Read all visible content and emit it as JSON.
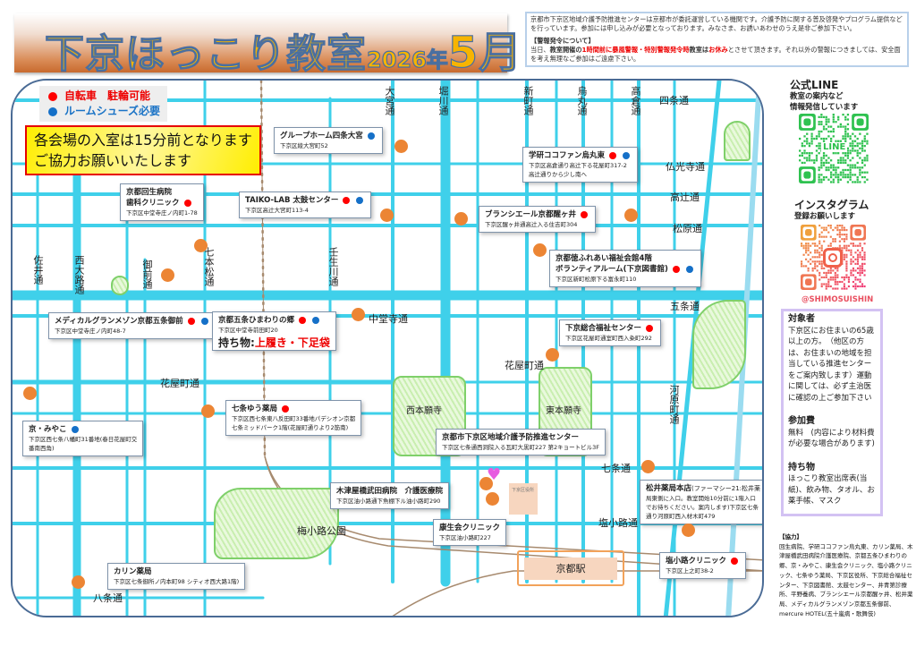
{
  "title": {
    "main": "下京ほっこり教室",
    "year": "2026年",
    "month": "5月"
  },
  "notice": {
    "intro": "京都市下京区地域介護予防推進センターは京都市が委託運営している機関です。介護予防に関する普及啓発やプログラム提供などを行っています。参加には申し込みが必要となっております。みなさま、お誘いあわせのうえ是非ご参加下さい。",
    "warning_heading": "【警報発令について】",
    "warning_prefix": "当日、",
    "warning_bold1": "教室開催の",
    "warning_red1": "1時間前に暴風警報・特別警報発令時",
    "warning_bold2": "教室は",
    "warning_red2": "お休み",
    "warning_rest": "とさせて頂きます。それ以外の警報につきましては、安全面を考え無理なご参加はご遠慮下さい。"
  },
  "legend": {
    "bicycle": "自転車　駐輪可能",
    "room_shoes": "ルームシューズ必要",
    "colors": {
      "bicycle": "#ff0000",
      "room_shoes": "#1570c8"
    }
  },
  "note": {
    "line1": "各会場の入室は15分前となります",
    "line2": "ご協力お願いいたします"
  },
  "streets": {
    "omiya": "大宮通",
    "horikawa": "堀川通",
    "shinmachi": "新町通",
    "karasuma": "烏丸通",
    "takakura": "高倉通",
    "shijo": "四条通",
    "bukkoji": "仏光寺通",
    "takatsuji": "高辻通",
    "matsubara": "松原通",
    "gojo": "五条通",
    "chudoji": "中堂寺通",
    "hanayacho_e": "花屋町通",
    "hanayacho_w": "花屋町通",
    "sai": "佐井通",
    "nishioji": "西大路通",
    "onmae": "御前通",
    "shichihonmatsu": "七本松通",
    "mibugawa": "壬生川通",
    "kawaramachi": "河原町通",
    "shichijo": "七条通",
    "shiokoji": "塩小路通",
    "hachijo": "八条通"
  },
  "landmarks": {
    "nishi_honganji": "西本願寺",
    "higashi_honganji": "東本願寺",
    "umekoji_park": "梅小路公園",
    "kyoto_station": "京都駅",
    "ward_office": "下京区役所"
  },
  "venues": [
    {
      "name": "グループホーム四条大宮",
      "address": [
        "下京区綾大宮町52"
      ],
      "bicycle": false,
      "room_shoes": true
    },
    {
      "name": "京都回生病院",
      "name2": "歯科クリニック",
      "address": [
        "下京区中堂寺庄ノ内町1-78"
      ],
      "bicycle": true,
      "room_shoes": false
    },
    {
      "name": "TAIKO-LAB 太鼓センター",
      "address": [
        "下京区高辻大宮町113-4"
      ],
      "bicycle": true,
      "room_shoes": true
    },
    {
      "name": "学研ココファン烏丸東",
      "address": [
        "下京区高倉通り高辻下る花屋町317-2",
        "高辻通りから少し南へ"
      ],
      "bicycle": true,
      "room_shoes": true
    },
    {
      "name": "ブランシエール京都醒ヶ井",
      "address": [
        "下京区醒ヶ井通高辻入る住吉町304"
      ],
      "bicycle": true,
      "room_shoes": false
    },
    {
      "name": "京都徳ふれあい福祉会館4階",
      "name2": "ボランティアルーム(下京図書館)",
      "address": [
        "下京区新町松原下る富永町110"
      ],
      "bicycle": true,
      "room_shoes": true
    },
    {
      "name": "メディカルグランメゾン京都五条御前",
      "address": [
        "下京区中堂寺庄ノ内町48-7"
      ],
      "bicycle": true,
      "room_shoes": true
    },
    {
      "name": "京都五条ひまわりの郷",
      "address": [
        "下京区中堂寺前田町20"
      ],
      "bicycle": true,
      "room_shoes": true,
      "bring_label": "持ち物:",
      "bring_value": "上履き・下足袋"
    },
    {
      "name": "下京総合福祉センター",
      "address": [
        "下京区花屋町通室町西入粂町292"
      ],
      "bicycle": true,
      "room_shoes": false
    },
    {
      "name": "七条ゆう薬局",
      "address": [
        "下京区西七条東八反田町33番地パデシオン京都",
        "七条ミッドパーク1階(花屋町通りより2筋南)"
      ],
      "bicycle": true,
      "room_shoes": false
    },
    {
      "name": "京・みやこ",
      "address": [
        "下京区西七条八幡町31番地(春日花屋町交",
        "番南西角)"
      ],
      "bicycle": false,
      "room_shoes": true
    },
    {
      "name": "京都市下京区地域介護予防推進センター",
      "address": [
        "下京区七条通西洞院入る瓦町大黒町227 第2キョートビル3F"
      ],
      "bicycle": false,
      "room_shoes": false
    },
    {
      "name": "木津屋橋武田病院　介護医療院",
      "address": [
        "下京区油小路通下魚棚下ル油小路町290"
      ],
      "bicycle": false,
      "room_shoes": false
    },
    {
      "name": "康生会クリニック",
      "address": [
        "下京区油小路町227"
      ],
      "bicycle": false,
      "room_shoes": false
    },
    {
      "name": "松井薬局本店",
      "name_suffix": "(ファーマシー21:松井薬",
      "address": [
        "局東側に入口。教室開始10分前に1階入口",
        "でお待ちください。案内します)下京区七条",
        "通り河原町西入材木町479"
      ],
      "bicycle": false,
      "room_shoes": false
    },
    {
      "name": "塩小路クリニック",
      "address": [
        "下京区上之町38-2"
      ],
      "bicycle": true,
      "room_shoes": false
    },
    {
      "name": "カリン薬局",
      "address": [
        "下京区七条御所ノ内本町98 シティオ西大路1階)"
      ],
      "bicycle": false,
      "room_shoes": false
    }
  ],
  "sidebar": {
    "line_title": "公式LINE",
    "line_sub1": "教室の案内など",
    "line_sub2": "情報発信しています",
    "line_qr_label": "LINE",
    "insta_title": "インスタグラム",
    "insta_sub": "登録お願いします",
    "insta_handle": "@SHIMOSUISHIN",
    "target_h": "対象者",
    "target_text": "下京区にお住まいの65歳以上の方。　（他区の方は、お住まいの地域を担当している推進センターをご案内致します）運動に関しては、必ず主治医に確認の上ご参加下さい",
    "fee_h": "参加費",
    "fee_text": "無料　(内容により材料費が必要な場合があります)",
    "bring_h": "持ち物",
    "bring_text": "ほっこり教室出席表(当紙)、飲み物、タオル、お薬手帳、マスク",
    "coop_h": "【協力】",
    "coop_text": "回生病院、学研ココファン烏丸東、カリン薬局、木津屋橋武田病院介護医療院、京都五条ひまわりの郷、京・みやこ、康生会クリニック、塩小路クリニック、七条ゆう薬局、下京区役所、下京総合福祉センター、下京図書館、太鼓センター、井青第診療所、平野養病、ブランシエール京都醒ヶ井、松井薬局、メディカルグランメゾン京都五条御前、mercure HOTEL(五十嵐病・歌舞伎)"
  }
}
